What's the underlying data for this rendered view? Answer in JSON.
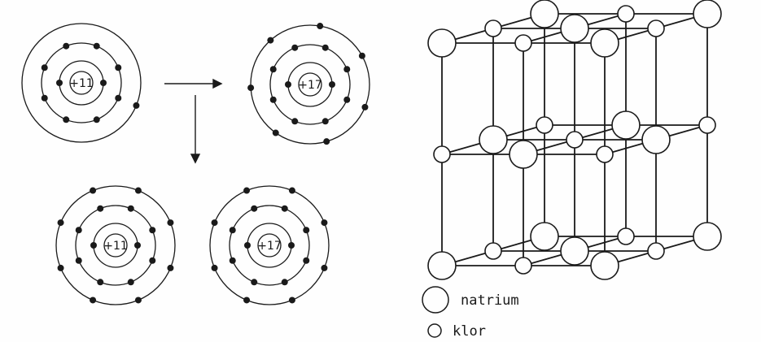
{
  "atoms": {
    "sodium_label": "+11",
    "chlorine_label": "+17"
  },
  "legend": {
    "large_label": "natrium",
    "small_label": "klor"
  },
  "colors": {
    "ink": "#1a1a1a",
    "paper": "#fefefe"
  }
}
